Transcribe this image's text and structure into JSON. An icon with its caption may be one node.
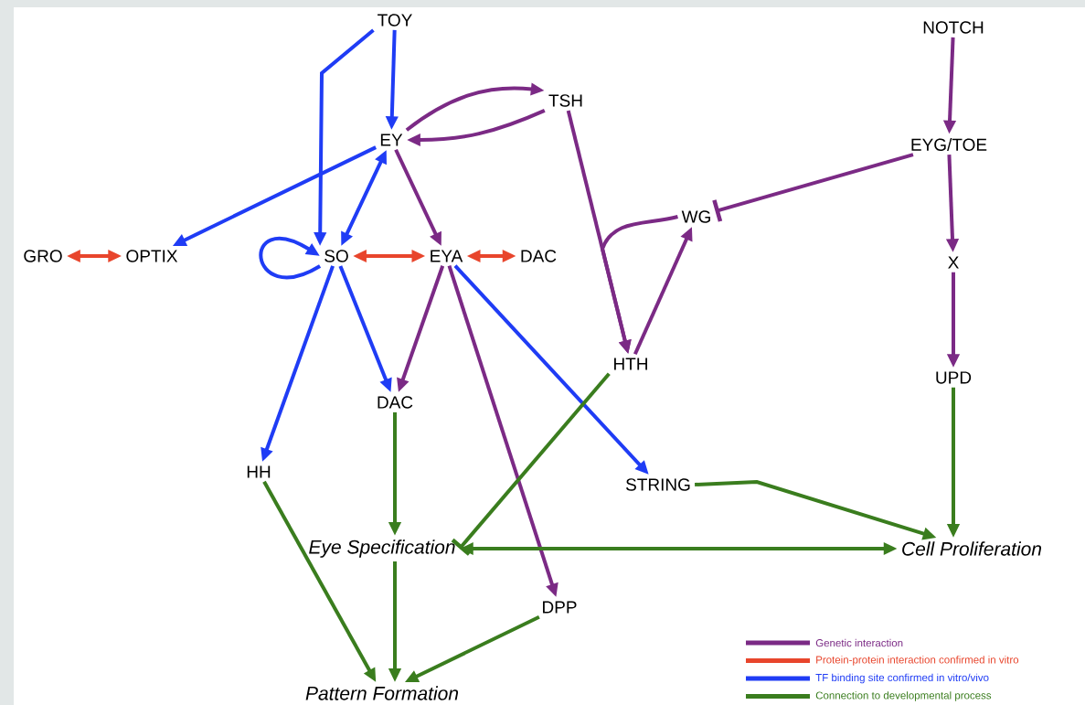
{
  "diagram": {
    "nodes": [
      {
        "text": [
          "TOY"
        ]
      },
      {
        "text": [
          "NOTCH"
        ]
      },
      {
        "text": [
          "TSH"
        ]
      },
      {
        "text": [
          "EY"
        ]
      },
      {
        "text": [
          "EYG/TOE"
        ]
      },
      {
        "text": [
          "WG"
        ]
      },
      {
        "text": [
          "GRO"
        ]
      },
      {
        "text": [
          "OPTIX"
        ]
      },
      {
        "text": [
          "SO"
        ]
      },
      {
        "text": [
          "EYA"
        ]
      },
      {
        "text": [
          "DAC"
        ]
      },
      {
        "text": [
          "X"
        ]
      },
      {
        "text": [
          "HTH"
        ]
      },
      {
        "text": [
          "UPD"
        ]
      },
      {
        "text": [
          "DAC"
        ]
      },
      {
        "text": [
          "HH"
        ]
      },
      {
        "text": [
          "STRING"
        ]
      },
      {
        "text": [
          "Eye Specification"
        ]
      },
      {
        "text": [
          "Cell Proliferation"
        ]
      },
      {
        "text": [
          "DPP"
        ]
      },
      {
        "text": [
          "Pattern Formation"
        ]
      }
    ],
    "edges": [
      {
        "from": 0,
        "to": 3,
        "arrow": "to",
        "color": "#1f3cf5"
      },
      {
        "from": 0,
        "to": 8,
        "arrow": "to",
        "color": "#1f3cf5"
      },
      {
        "from": 3,
        "to": 2,
        "arrow": "to",
        "color": "#7b2a85"
      },
      {
        "from": 2,
        "to": 3,
        "arrow": "to",
        "color": "#7b2a85"
      },
      {
        "from": 3,
        "to": 7,
        "arrow": "to",
        "color": "#1f3cf5"
      },
      {
        "from": 3,
        "to": 8,
        "arrow": "both",
        "color": "#1f3cf5"
      },
      {
        "from": 3,
        "to": 9,
        "arrow": "to",
        "color": "#7b2a85"
      },
      {
        "from": 8,
        "to": 8,
        "arrow": "to",
        "color": "#1f3cf5"
      },
      {
        "from": 6,
        "to": 7,
        "arrow": "both",
        "color": "#e8452c"
      },
      {
        "from": 8,
        "to": 9,
        "arrow": "both",
        "color": "#e8452c"
      },
      {
        "from": 9,
        "to": 10,
        "arrow": "both",
        "color": "#e8452c"
      },
      {
        "from": 1,
        "to": 4,
        "arrow": "to",
        "color": "#7b2a85"
      },
      {
        "from": 4,
        "to": 5,
        "arrow": "other",
        "color": "#7b2a85"
      },
      {
        "from": 2,
        "to": 12,
        "arrow": "to",
        "color": "#7b2a85"
      },
      {
        "from": 5,
        "to": 12,
        "arrow": "to",
        "color": "#7b2a85"
      },
      {
        "from": 12,
        "to": 5,
        "arrow": "to",
        "color": "#7b2a85"
      },
      {
        "from": 4,
        "to": 11,
        "arrow": "to",
        "color": "#7b2a85"
      },
      {
        "from": 11,
        "to": 13,
        "arrow": "to",
        "color": "#7b2a85"
      },
      {
        "from": 8,
        "to": 14,
        "arrow": "to",
        "color": "#1f3cf5"
      },
      {
        "from": 9,
        "to": 14,
        "arrow": "to",
        "color": "#7b2a85"
      },
      {
        "from": 8,
        "to": 15,
        "arrow": "to",
        "color": "#1f3cf5"
      },
      {
        "from": 9,
        "to": 16,
        "arrow": "to",
        "color": "#1f3cf5"
      },
      {
        "from": 9,
        "to": 19,
        "arrow": "to",
        "color": "#7b2a85"
      },
      {
        "from": 12,
        "to": 17,
        "arrow": "other",
        "color": "#3a7d1e"
      },
      {
        "from": 14,
        "to": 17,
        "arrow": "to",
        "color": "#3a7d1e"
      },
      {
        "from": 13,
        "to": 18,
        "arrow": "to",
        "color": "#3a7d1e"
      },
      {
        "from": 16,
        "to": 18,
        "arrow": "to",
        "color": "#3a7d1e"
      },
      {
        "from": 17,
        "to": 18,
        "arrow": "both",
        "color": "#3a7d1e"
      },
      {
        "from": 15,
        "to": 20,
        "arrow": "to",
        "color": "#3a7d1e"
      },
      {
        "from": 17,
        "to": 20,
        "arrow": "to",
        "color": "#3a7d1e"
      },
      {
        "from": 19,
        "to": 20,
        "arrow": "to",
        "color": "#3a7d1e"
      }
    ],
    "legend": [
      {
        "text": "Genetic interaction",
        "color": "#7b2a85"
      },
      {
        "text": "Protein-protein interaction confirmed in vitro",
        "color": "#e8452c"
      },
      {
        "text": "TF binding site confirmed in vitro/vivo",
        "color": "#1f3cf5"
      },
      {
        "text": "Connection to developmental process",
        "color": "#3a7d1e"
      }
    ]
  }
}
